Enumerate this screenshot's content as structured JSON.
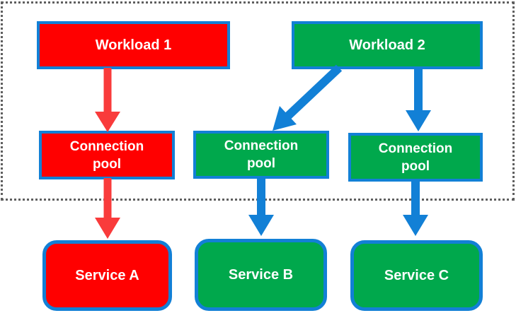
{
  "diagram": {
    "description": "Workloads routed through connection pools to backend services inside a dotted boundary",
    "nodes": {
      "workload1": {
        "label": "Workload 1",
        "fill": "#ff0000"
      },
      "workload2": {
        "label": "Workload 2",
        "fill": "#00a84c"
      },
      "pool1": {
        "label": "Connection pool",
        "fill": "#ff0000"
      },
      "pool2": {
        "label": "Connection pool",
        "fill": "#00a84c"
      },
      "pool3": {
        "label": "Connection pool",
        "fill": "#00a84c"
      },
      "serviceA": {
        "label": "Service A",
        "fill": "#ff0000"
      },
      "serviceB": {
        "label": "Service B",
        "fill": "#00a84c"
      },
      "serviceC": {
        "label": "Service C",
        "fill": "#00a84c"
      }
    },
    "edges": [
      {
        "from": "workload1",
        "to": "pool1",
        "color_key": "red_arrow"
      },
      {
        "from": "pool1",
        "to": "serviceA",
        "color_key": "red_arrow"
      },
      {
        "from": "workload2",
        "to": "pool2",
        "color_key": "blue"
      },
      {
        "from": "workload2",
        "to": "pool3",
        "color_key": "blue"
      },
      {
        "from": "pool2",
        "to": "serviceB",
        "color_key": "blue"
      },
      {
        "from": "pool3",
        "to": "serviceC",
        "color_key": "blue"
      }
    ],
    "colors": {
      "red": "#ff0000",
      "green": "#00a84c",
      "blue": "#1280d6",
      "red_arrow": "#f93b3b",
      "node_border": "#1280d6",
      "boundary_dots": "#5f5f5f",
      "text": "#ffffff"
    }
  }
}
